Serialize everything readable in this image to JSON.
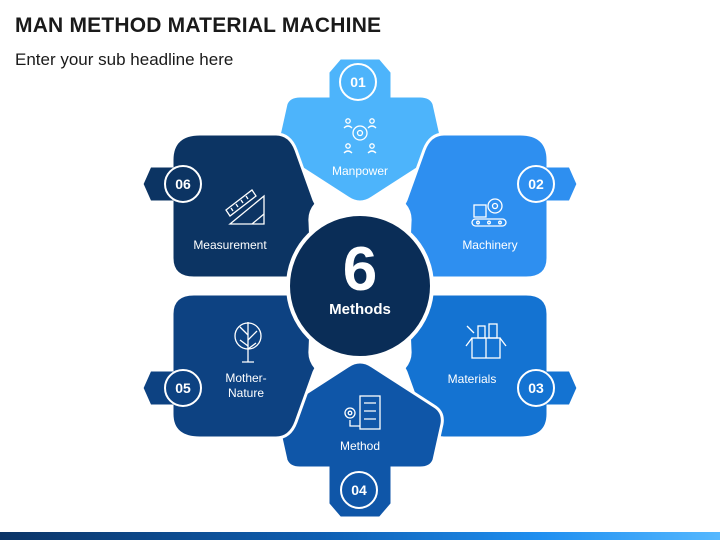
{
  "header": {
    "title": "MAN METHOD MATERIAL MACHINE",
    "subtitle": "Enter your sub headline here"
  },
  "center": {
    "number": "6",
    "label": "Methods",
    "color": "#0a2d57"
  },
  "segments": [
    {
      "num": "01",
      "label": "Manpower",
      "color": "#4db4fb",
      "icon": "manpower-icon"
    },
    {
      "num": "02",
      "label": "Machinery",
      "color": "#2e8ff0",
      "icon": "machinery-icon"
    },
    {
      "num": "03",
      "label": "Materials",
      "color": "#1473d2",
      "icon": "materials-icon"
    },
    {
      "num": "04",
      "label": "Method",
      "color": "#0f56a8",
      "icon": "method-icon"
    },
    {
      "num": "05",
      "label": "Mother-Nature",
      "color": "#0d4282",
      "icon": "mother-nature-icon"
    },
    {
      "num": "06",
      "label": "Measurement",
      "color": "#0c3463",
      "icon": "measurement-icon"
    }
  ]
}
